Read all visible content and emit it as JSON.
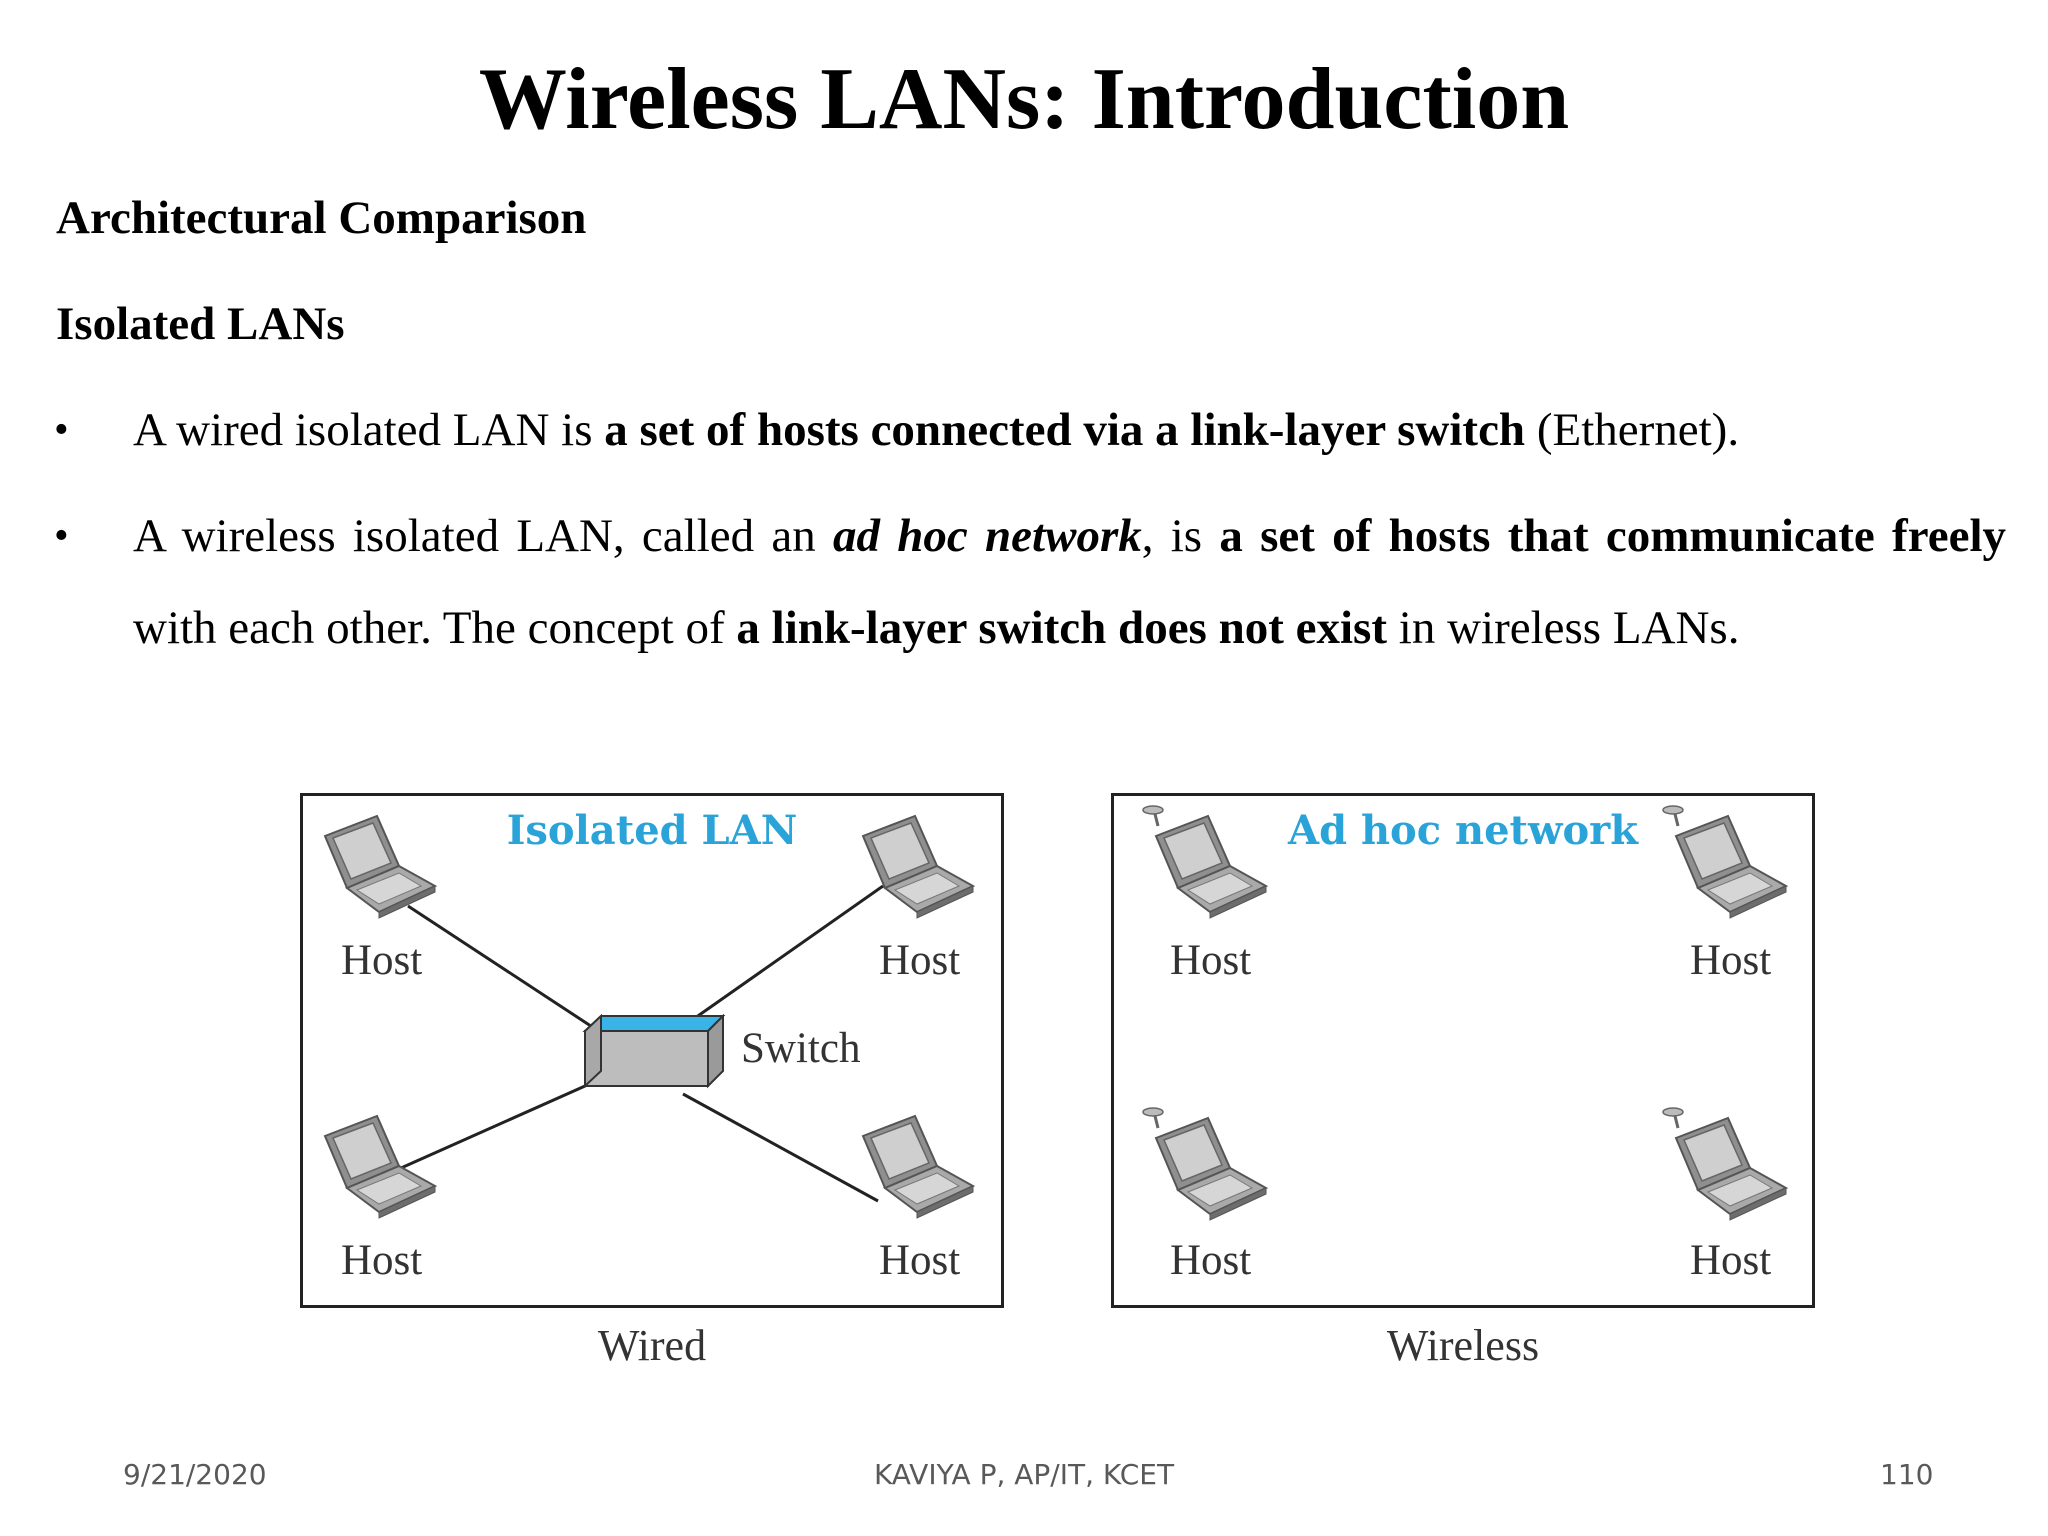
{
  "title": "Wireless LANs: Introduction",
  "heading1": "Architectural Comparison",
  "heading2": "Isolated LANs",
  "bullets": [
    {
      "marker": "•",
      "text_a": "A wired isolated LAN is ",
      "text_b": "a set of hosts connected via a link-layer switch",
      "text_c": " (Ethernet)."
    },
    {
      "marker": "•",
      "text_a": "A wireless isolated LAN, called an ",
      "text_b": "ad hoc network",
      "text_c": ", is ",
      "text_d": "a set of hosts that communicate freely",
      "text_e": " with each other. The concept of ",
      "text_f": "a link-layer switch does not exist",
      "text_g": " in wireless LANs."
    }
  ],
  "figure_wired": {
    "title": "Isolated LAN",
    "hosts": [
      "Host",
      "Host",
      "Host",
      "Host"
    ],
    "switch_label": "Switch",
    "caption": "Wired"
  },
  "figure_wireless": {
    "title": "Ad hoc network",
    "hosts": [
      "Host",
      "Host",
      "Host",
      "Host"
    ],
    "caption": "Wireless"
  },
  "colors": {
    "figure_title": "#2aa3d8",
    "switch_top": "#3ab4e6",
    "switch_body": "#bdbdbd"
  },
  "footer": {
    "date": "9/21/2020",
    "author": "KAVIYA P, AP/IT, KCET",
    "page_number": "110"
  }
}
